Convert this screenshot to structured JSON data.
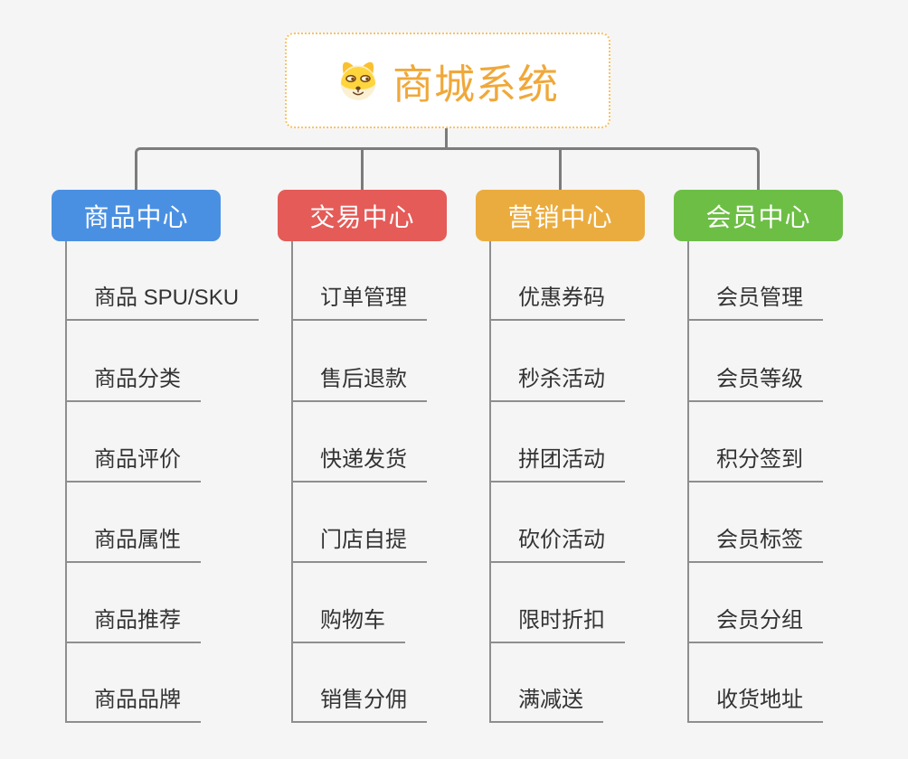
{
  "root": {
    "title": "商城系统",
    "icon": "dog-face-icon",
    "title_color": "#F0A83A",
    "border_color": "#F8C264"
  },
  "branches": [
    {
      "label": "商品中心",
      "color": "#4A90E2",
      "items": [
        "商品 SPU/SKU",
        "商品分类",
        "商品评价",
        "商品属性",
        "商品推荐",
        "商品品牌"
      ]
    },
    {
      "label": "交易中心",
      "color": "#E45B58",
      "items": [
        "订单管理",
        "售后退款",
        "快递发货",
        "门店自提",
        "购物车",
        "销售分佣"
      ]
    },
    {
      "label": "营销中心",
      "color": "#EBAC3F",
      "items": [
        "优惠券码",
        "秒杀活动",
        "拼团活动",
        "砍价活动",
        "限时折扣",
        "满减送"
      ]
    },
    {
      "label": "会员中心",
      "color": "#6DBE45",
      "items": [
        "会员管理",
        "会员等级",
        "积分签到",
        "会员标签",
        "会员分组",
        "收货地址"
      ]
    }
  ],
  "colors": {
    "background": "#F5F5F5",
    "connector": "#7C7C7C",
    "underline": "#8E8E8E",
    "item_text": "#333333"
  }
}
